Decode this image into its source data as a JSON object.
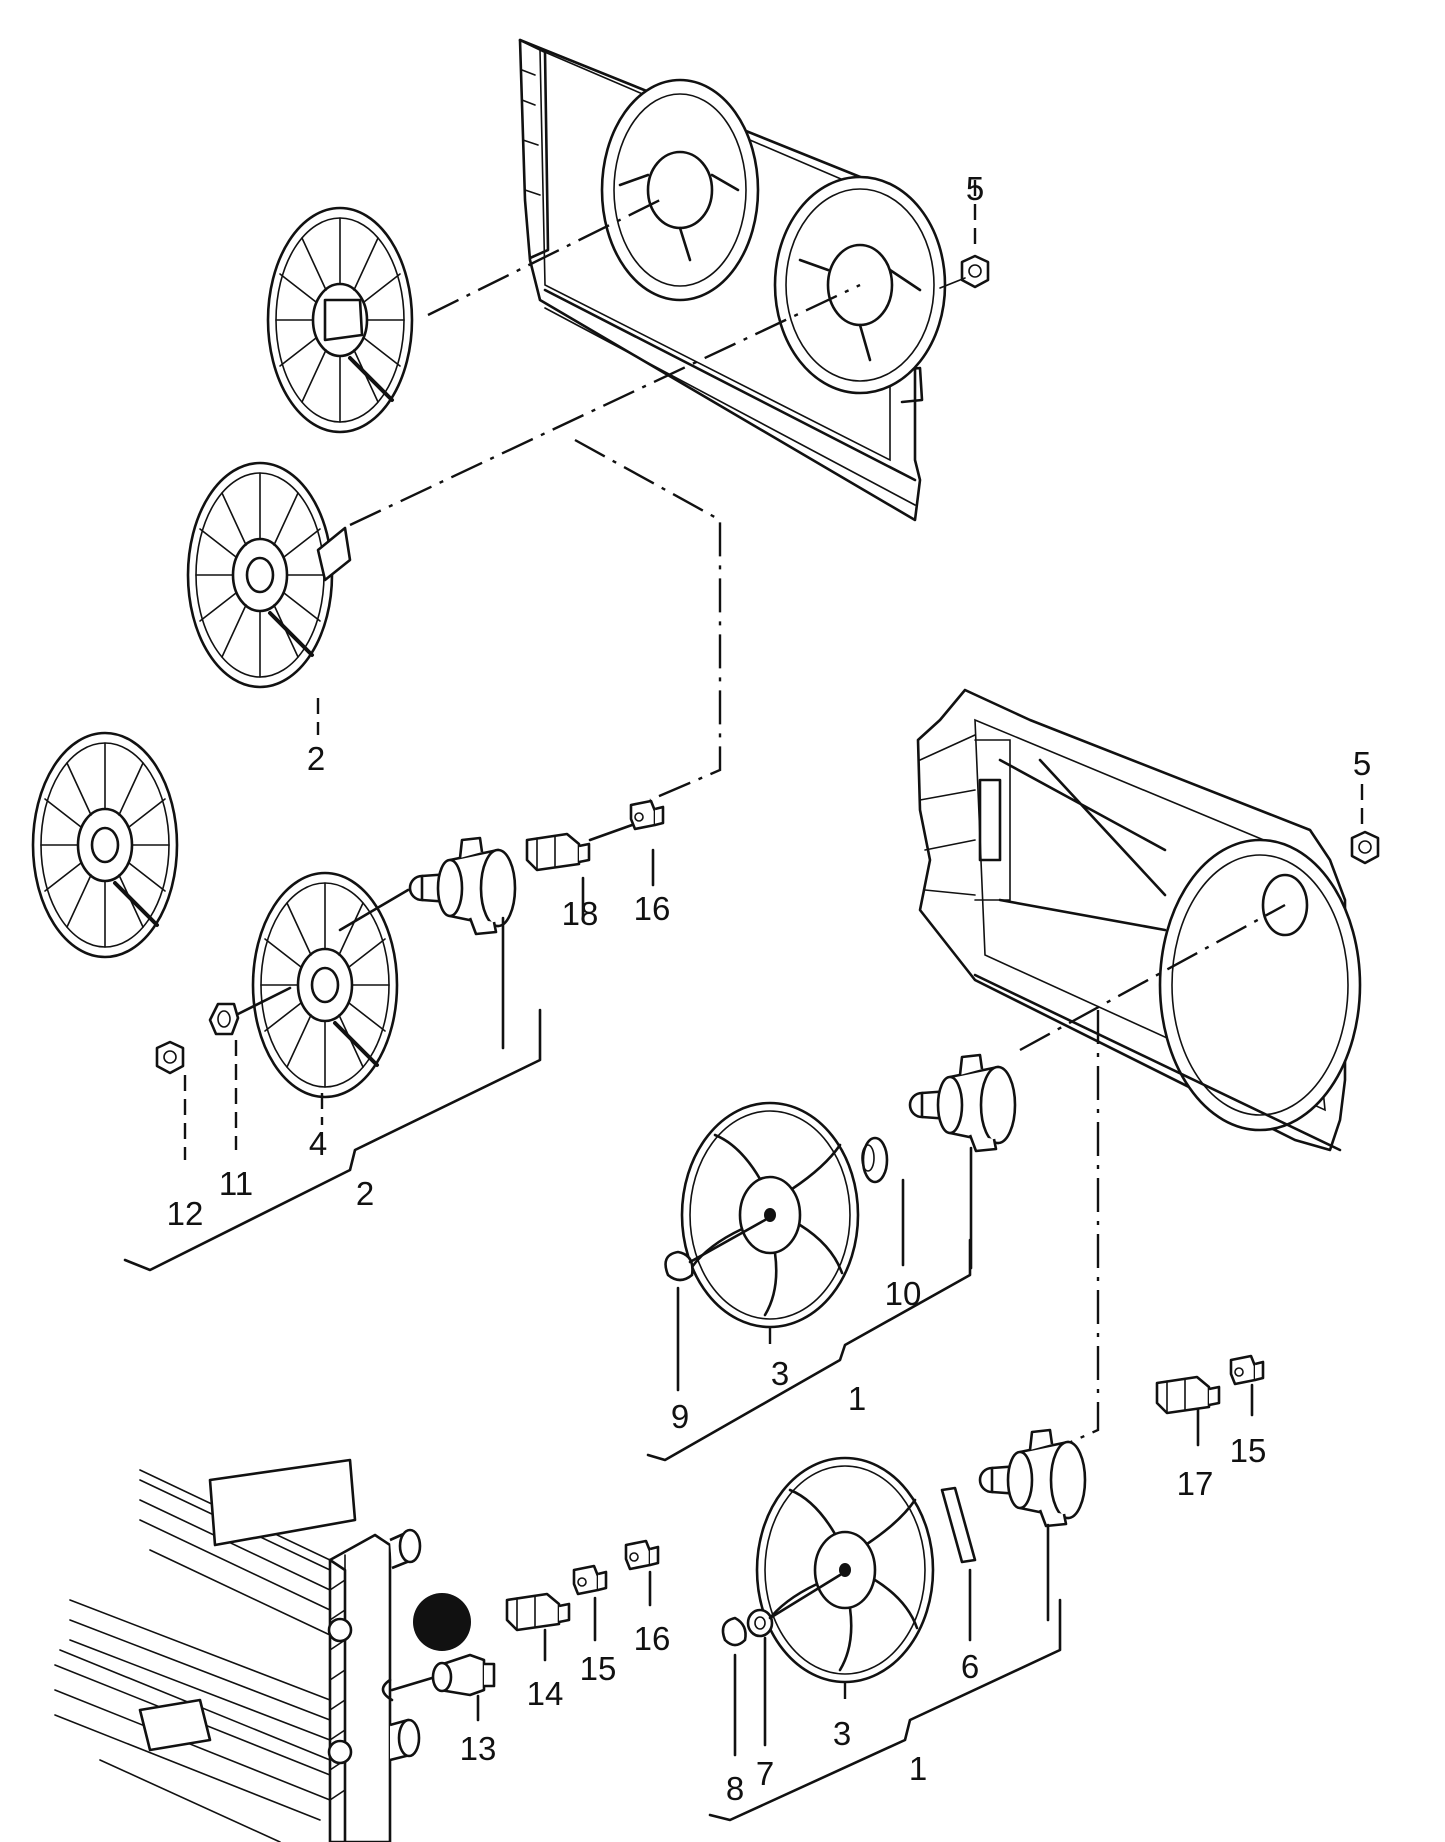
{
  "marker_color": "#111111",
  "labels": {
    "l5a": "5",
    "l2a": "2",
    "l18": "18",
    "l16a": "16",
    "l12": "12",
    "l11": "11",
    "l4": "4",
    "l2b": "2",
    "l5b": "5",
    "l10": "10",
    "l9": "9",
    "l3a": "3",
    "l1a": "1",
    "l15a": "15",
    "l17": "17",
    "l16b": "16",
    "l15b": "15",
    "l14": "14",
    "l13": "13",
    "l6": "6",
    "l3b": "3",
    "l8": "8",
    "l7": "7",
    "l1b": "1"
  }
}
